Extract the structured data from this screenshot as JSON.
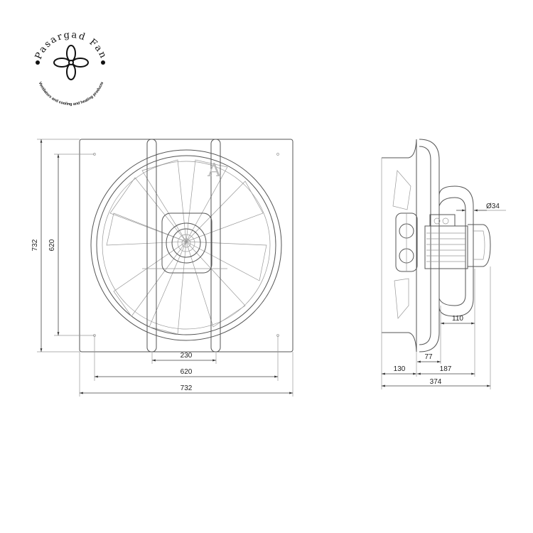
{
  "logo": {
    "brand": "Pasargad Fan",
    "tagline": "Ventilators and cooling and heating products"
  },
  "front_view": {
    "height_outer": "732",
    "height_inner": "620",
    "width_bars": "230",
    "width_inner": "620",
    "width_outer": "732"
  },
  "side_view": {
    "diameter": "Ø34",
    "d110": "110",
    "d77": "77",
    "d130": "130",
    "d187": "187",
    "d374": "374"
  }
}
